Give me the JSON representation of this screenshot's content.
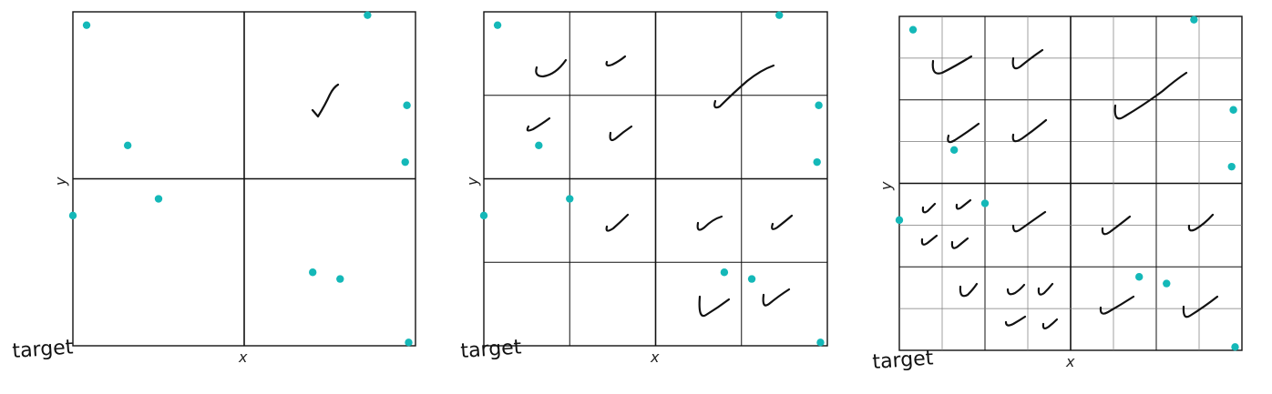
{
  "colors": {
    "point": "#14b8b8",
    "frame": "#111111",
    "grid_fine": "#7a7a7a",
    "grid_coarse": "#111111",
    "ink": "#111111"
  },
  "panels": [
    {
      "x_label": "x",
      "y_label": "y",
      "corner_label": "target",
      "divisions": 2,
      "points": [
        [
          0.04,
          0.96
        ],
        [
          0.16,
          0.6
        ],
        [
          0.0,
          0.39
        ],
        [
          0.25,
          0.44
        ],
        [
          0.86,
          0.99
        ],
        [
          0.975,
          0.72
        ],
        [
          0.97,
          0.55
        ],
        [
          0.7,
          0.22
        ],
        [
          0.78,
          0.2
        ],
        [
          0.98,
          0.01
        ]
      ]
    },
    {
      "x_label": "x",
      "y_label": "y",
      "corner_label": "target",
      "divisions": 4,
      "points": [
        [
          0.04,
          0.96
        ],
        [
          0.16,
          0.6
        ],
        [
          0.0,
          0.39
        ],
        [
          0.25,
          0.44
        ],
        [
          0.86,
          0.99
        ],
        [
          0.975,
          0.72
        ],
        [
          0.97,
          0.55
        ],
        [
          0.7,
          0.22
        ],
        [
          0.78,
          0.2
        ],
        [
          0.98,
          0.01
        ]
      ]
    },
    {
      "x_label": "x",
      "y_label": "y",
      "corner_label": "target",
      "divisions": 8,
      "points": [
        [
          0.04,
          0.96
        ],
        [
          0.16,
          0.6
        ],
        [
          0.0,
          0.39
        ],
        [
          0.25,
          0.44
        ],
        [
          0.86,
          0.99
        ],
        [
          0.975,
          0.72
        ],
        [
          0.97,
          0.55
        ],
        [
          0.7,
          0.22
        ],
        [
          0.78,
          0.2
        ],
        [
          0.98,
          0.01
        ]
      ]
    }
  ]
}
